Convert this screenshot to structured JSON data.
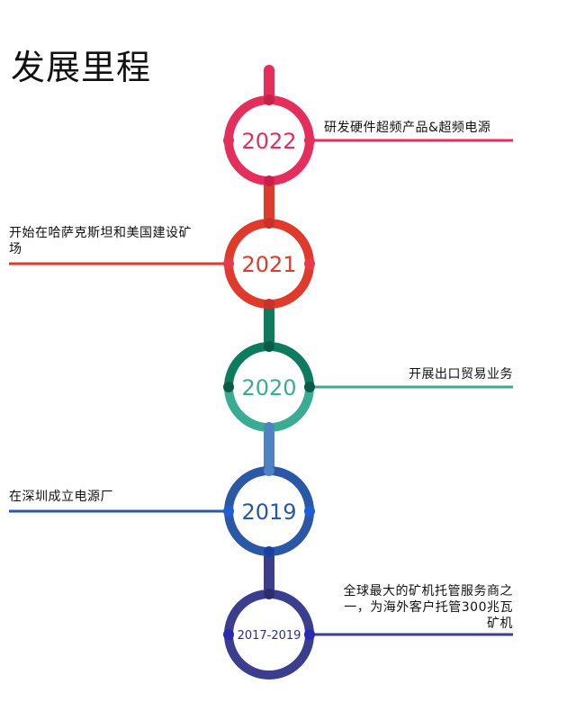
{
  "page": {
    "title": "发展里程"
  },
  "milestones": [
    {
      "year": "2022",
      "text": "研发硬件超频产品&超频电源",
      "color": "#e42e5c",
      "inner_color": "#e42e5c",
      "side": "right"
    },
    {
      "year": "2021",
      "text": "开始在哈萨克斯坦和美国建设矿场",
      "color": "#e03a2c",
      "inner_color": "#e03a2c",
      "side": "left"
    },
    {
      "year": "2020",
      "text": "开展出口贸易业务",
      "color": "#3aac94",
      "inner_color": "#0d7b5e",
      "side": "right"
    },
    {
      "year": "2019",
      "text": "在深圳成立电源厂",
      "color": "#2a57a6",
      "inner_color": "#2a57a6",
      "side": "left"
    },
    {
      "year": "2017-2019",
      "text": "全球最大的矿机托管服务商之一，为海外客户托管300兆瓦矿机",
      "color": "#3b3d8e",
      "inner_color": "#3b3d8e",
      "side": "right"
    }
  ],
  "connector_colors": [
    "#e42e5c",
    "#e03a2c",
    "#0d7b5e",
    "#4f82c2",
    "#3b3d8e"
  ]
}
